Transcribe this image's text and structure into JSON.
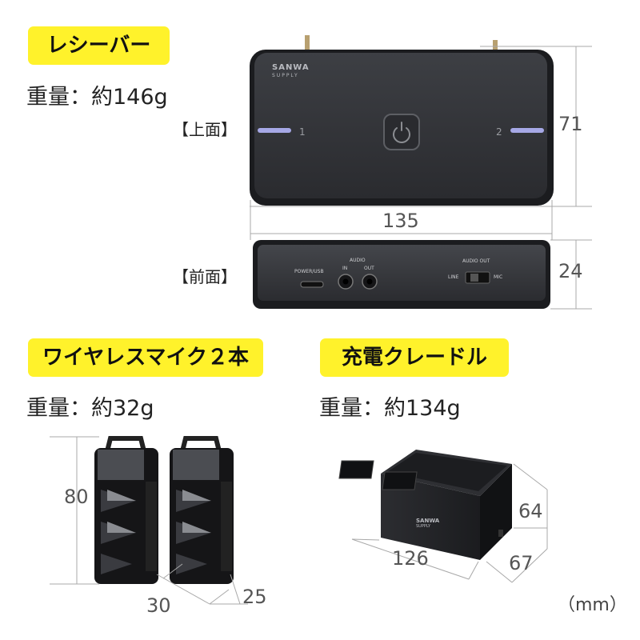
{
  "receiver": {
    "tag": "レシーバー",
    "weight": "重量：約146g",
    "view_top": "【上面】",
    "view_front": "【前面】",
    "logo_top": "SANWA",
    "logo_bottom": "SUPPLY",
    "channel_1": "1",
    "channel_2": "2",
    "port_power": "POWER/USB",
    "port_audio": "AUDIO",
    "port_in": "IN",
    "port_out": "OUT",
    "switch_title": "AUDIO OUT",
    "switch_line": "LINE",
    "switch_mic": "MIC",
    "dim_width": "135",
    "dim_depth": "71",
    "dim_height": "24"
  },
  "mic": {
    "tag": "ワイヤレスマイク２本",
    "weight": "重量：約32g",
    "dim_height": "80",
    "dim_width": "30",
    "dim_depth": "25"
  },
  "cradle": {
    "tag": "充電クレードル",
    "weight": "重量：約134g",
    "logo_top": "SANWA",
    "logo_bottom": "SUPPLY",
    "dim_width": "126",
    "dim_height": "64",
    "dim_depth": "67"
  },
  "unit": "（mm）"
}
